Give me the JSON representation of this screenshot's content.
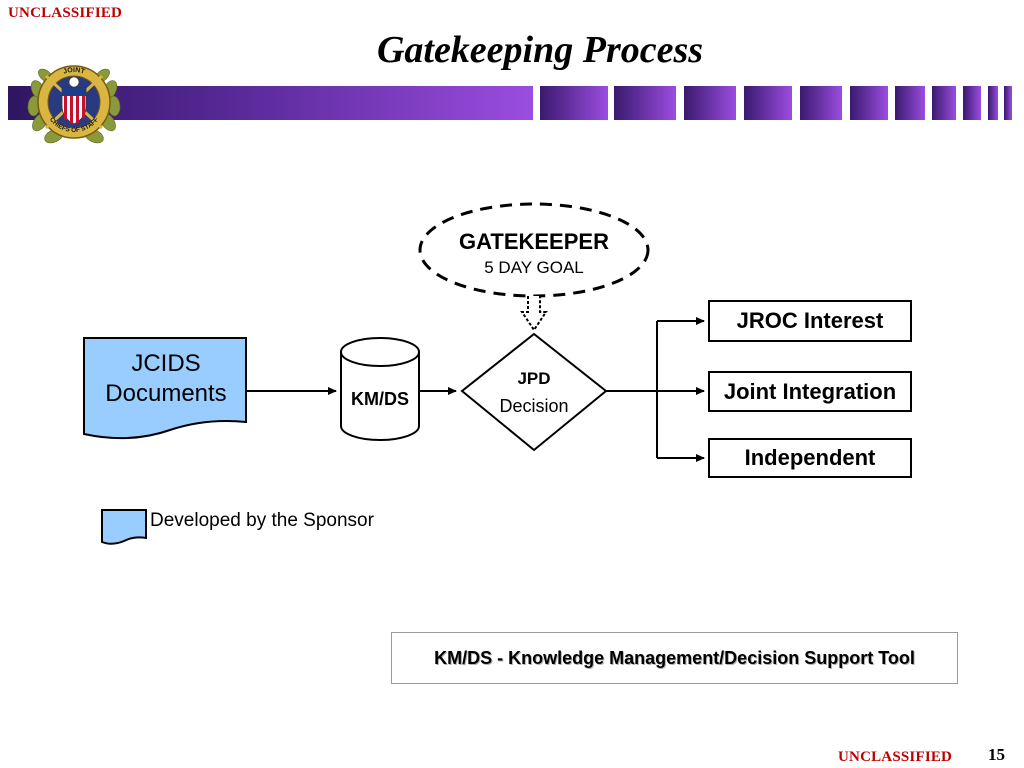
{
  "header": {
    "classification_top": "UNCLASSIFIED",
    "title": "Gatekeeping Process",
    "seal_text_top": "JOINT",
    "seal_text_bottom": "CHIEFS OF STAFF"
  },
  "diagram": {
    "input_document": "JCIDS Documents",
    "database": "KM/DS",
    "gatekeeper": {
      "title": "GATEKEEPER",
      "subtitle": "5 DAY GOAL"
    },
    "decision": {
      "title": "JPD",
      "subtitle": "Decision"
    },
    "outcomes": [
      "JROC Interest",
      "Joint Integration",
      "Independent"
    ],
    "legend": "Developed by the Sponsor"
  },
  "footnote": "KM/DS - Knowledge Management/Decision Support Tool",
  "footer": {
    "classification_bottom": "UNCLASSIFIED",
    "page_number": "15"
  },
  "colors": {
    "banner_dark": "#3a1a6e",
    "banner_light": "#9b4de0",
    "document_fill": "#99ccff",
    "classification": "#c00000"
  }
}
